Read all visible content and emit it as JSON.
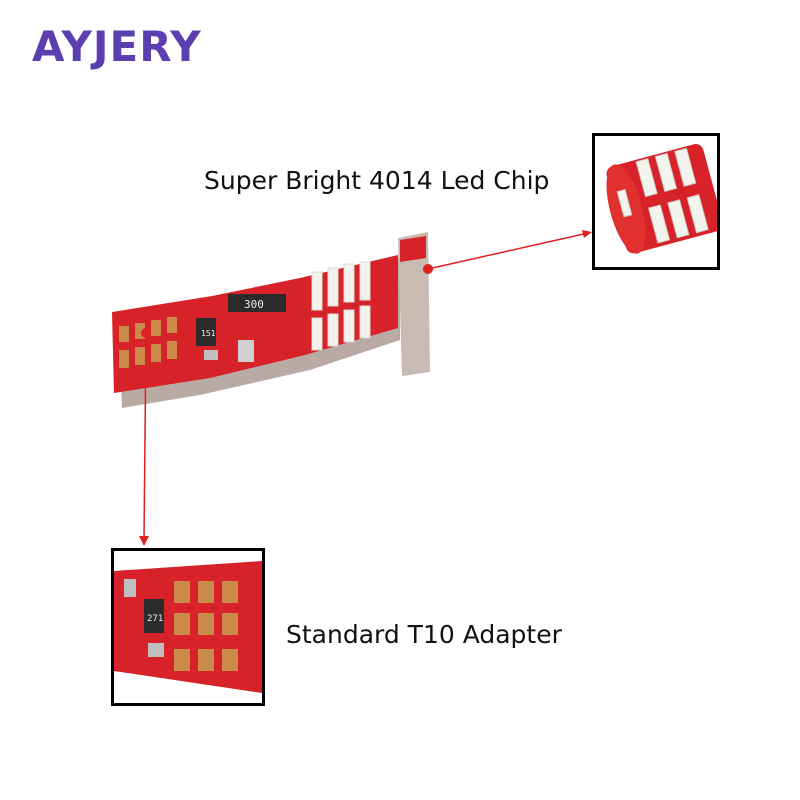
{
  "brand": {
    "logo_text": "AYJERY"
  },
  "callouts": {
    "chip_label": "Super Bright 4014 Led Chip",
    "adapter_label": "Standard T10 Adapter"
  },
  "pcb_markings": {
    "resistor_top": "300",
    "resistor_left": "151",
    "resistor_inset": "271"
  },
  "colors": {
    "logo": "#5b3fb0",
    "pcb_red": "#d8222a",
    "gold_pad": "#c98a4a",
    "led_white": "#f4f4ee",
    "arrow": "#e02020"
  }
}
